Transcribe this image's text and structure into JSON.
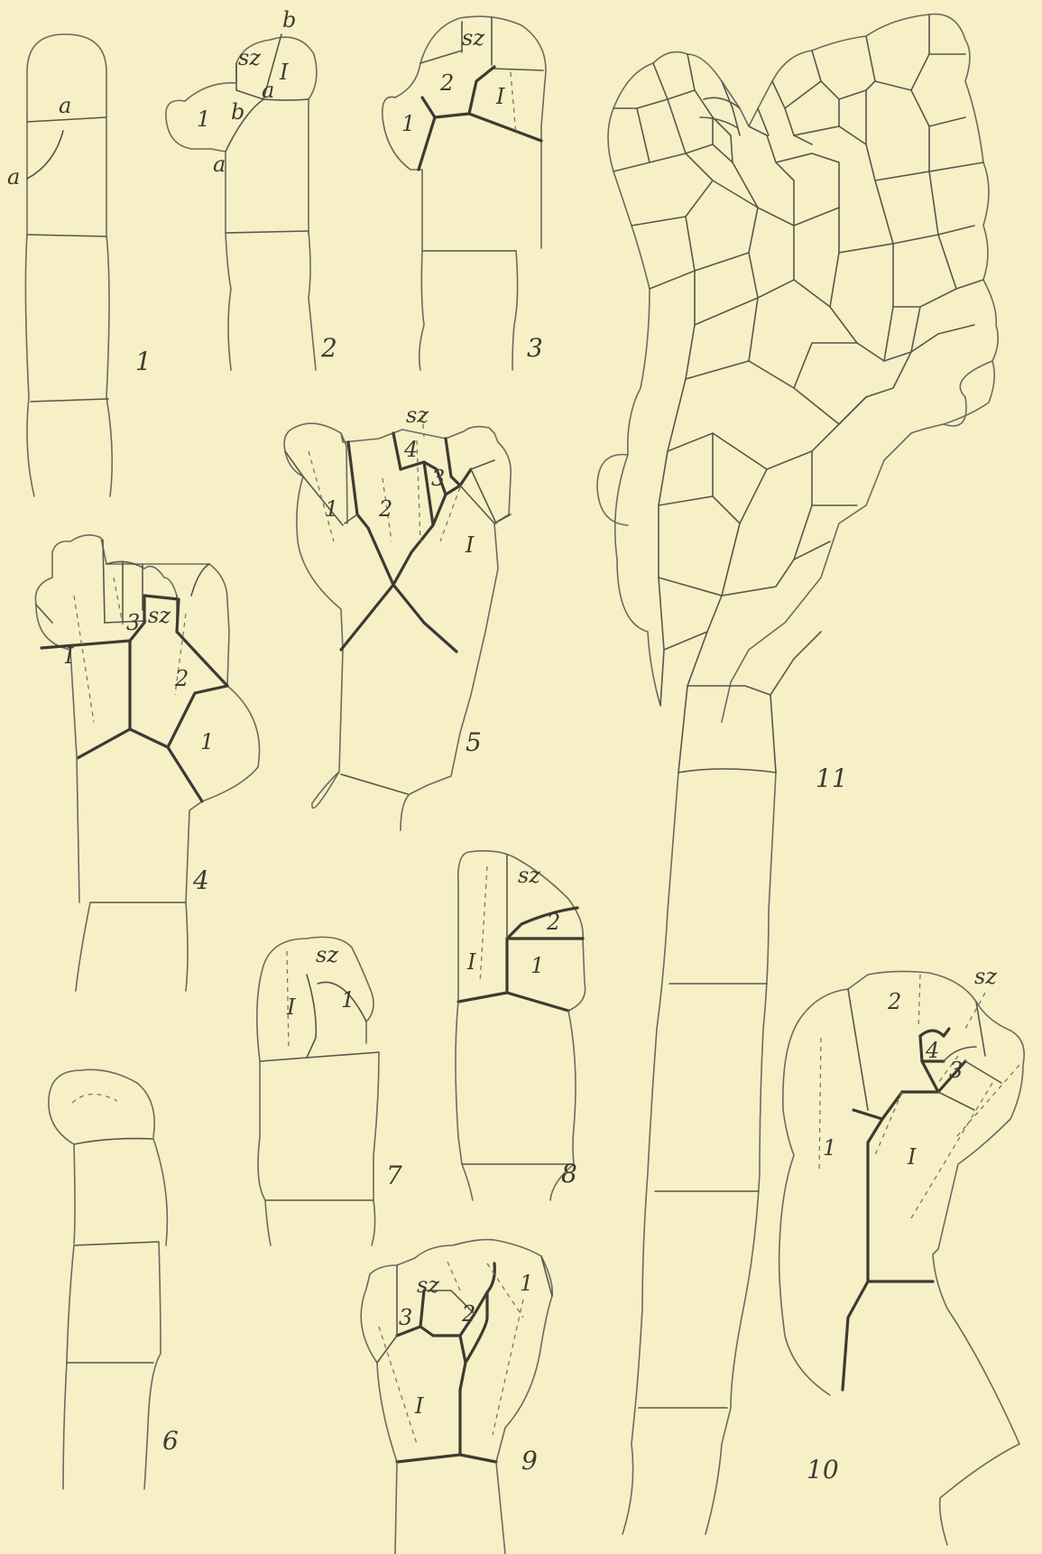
{
  "figures": [
    {
      "number": "1",
      "labels": [
        "a",
        "a"
      ]
    },
    {
      "number": "2",
      "labels": [
        "b",
        "sz",
        "I",
        "1",
        "b",
        "a",
        "a"
      ]
    },
    {
      "number": "3",
      "labels": [
        "sz",
        "2",
        "I",
        "1"
      ]
    },
    {
      "number": "4",
      "labels": [
        "3",
        "sz",
        "I",
        "2",
        "1"
      ]
    },
    {
      "number": "5",
      "labels": [
        "sz",
        "4",
        "3",
        "1",
        "2",
        "I"
      ]
    },
    {
      "number": "6",
      "labels": []
    },
    {
      "number": "7",
      "labels": [
        "sz",
        "I",
        "1"
      ]
    },
    {
      "number": "8",
      "labels": [
        "sz",
        "2",
        "I",
        "1"
      ]
    },
    {
      "number": "9",
      "labels": [
        "sz",
        "3",
        "2",
        "1",
        "I"
      ]
    },
    {
      "number": "10",
      "labels": [
        "sz",
        "2",
        "4",
        "3",
        "1",
        "I"
      ]
    },
    {
      "number": "11",
      "labels": []
    }
  ],
  "colors": {
    "background": "#f7efc6",
    "ink": "#3e3a32"
  }
}
